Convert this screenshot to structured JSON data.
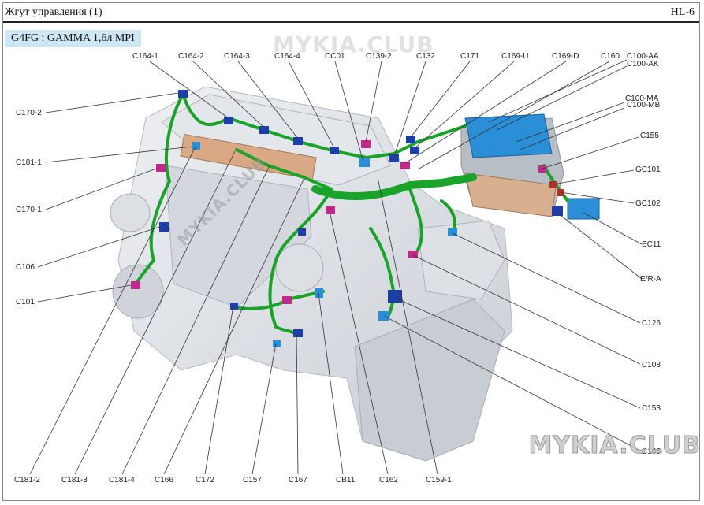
{
  "header": {
    "title": "Жгут управления (1)",
    "code": "HL-6"
  },
  "engine_label": "G4FG : GAMMA 1,6л MPI",
  "watermarks": {
    "top": "MYKIA.CLUB",
    "bottom": "MYKIA.CLUB",
    "diagonal": "MYKIA.CLUB"
  },
  "connectors": [
    {
      "id": "c164-1",
      "text": "C164-1",
      "color": "blue"
    },
    {
      "id": "c164-2",
      "text": "C164-2",
      "color": "blue"
    },
    {
      "id": "c164-3",
      "text": "C164-3",
      "color": "blue"
    },
    {
      "id": "c164-4",
      "text": "C164-4",
      "color": "blue"
    },
    {
      "id": "cc01",
      "text": "CC01",
      "color": "blue"
    },
    {
      "id": "c139-2",
      "text": "C139-2",
      "color": "pink"
    },
    {
      "id": "c132",
      "text": "C132",
      "color": "blue"
    },
    {
      "id": "c171",
      "text": "C171",
      "color": "blue"
    },
    {
      "id": "c169-u",
      "text": "C169-U",
      "color": "blue"
    },
    {
      "id": "c169-d",
      "text": "C169-D",
      "color": "blue"
    },
    {
      "id": "c160",
      "text": "C160",
      "color": "blue"
    },
    {
      "id": "c100-aa",
      "text": "C100-AA",
      "color": "blue"
    },
    {
      "id": "c100-ak",
      "text": "C100-AK",
      "color": "blue"
    },
    {
      "id": "c100-ma",
      "text": "C100-MA",
      "color": "blue"
    },
    {
      "id": "c100-mb",
      "text": "C100-MB",
      "color": "blue"
    },
    {
      "id": "c155",
      "text": "C155",
      "color": "pink"
    },
    {
      "id": "gc101",
      "text": "GC101",
      "color": "red"
    },
    {
      "id": "gc102",
      "text": "GC102",
      "color": "red"
    },
    {
      "id": "ec11",
      "text": "EC11",
      "color": "blue"
    },
    {
      "id": "er-a",
      "text": "E/R-A",
      "color": "blue"
    },
    {
      "id": "c126",
      "text": "C126",
      "color": "blue"
    },
    {
      "id": "c108",
      "text": "C108",
      "color": "pink"
    },
    {
      "id": "c153",
      "text": "C153",
      "color": "blue"
    },
    {
      "id": "c165",
      "text": "C165",
      "color": "blue"
    },
    {
      "id": "c170-2",
      "text": "C170-2",
      "color": "blue"
    },
    {
      "id": "c181-1",
      "text": "C181-1",
      "color": "blue"
    },
    {
      "id": "c170-1",
      "text": "C170-1",
      "color": "pink"
    },
    {
      "id": "c106",
      "text": "C106",
      "color": "blue"
    },
    {
      "id": "c101",
      "text": "C101",
      "color": "pink"
    },
    {
      "id": "c181-2",
      "text": "C181-2",
      "color": "blue"
    },
    {
      "id": "c181-3",
      "text": "C181-3",
      "color": "blue"
    },
    {
      "id": "c181-4",
      "text": "C181-4",
      "color": "blue"
    },
    {
      "id": "c166",
      "text": "C166",
      "color": "blue"
    },
    {
      "id": "c172",
      "text": "C172",
      "color": "blue"
    },
    {
      "id": "c157",
      "text": "C157",
      "color": "blue"
    },
    {
      "id": "c167",
      "text": "C167",
      "color": "blue"
    },
    {
      "id": "cb11",
      "text": "CB11",
      "color": "blue"
    },
    {
      "id": "c162",
      "text": "C162",
      "color": "pink"
    },
    {
      "id": "c159-1",
      "text": "C159-1",
      "color": "pink"
    }
  ],
  "colors": {
    "harness": "#1aa32a",
    "connector_blue": "#1f3fa8",
    "connector_light": "#2a8fd6",
    "connector_pink": "#c02a8a",
    "ground": "#b0332a",
    "engine": "#d9dde2",
    "bracket": "#d9a988"
  }
}
